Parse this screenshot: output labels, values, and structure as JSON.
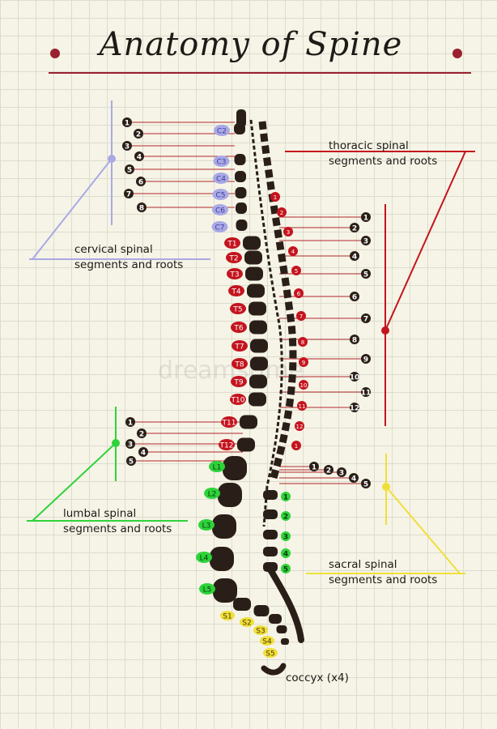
{
  "title": "Anatomy of Spine",
  "watermark": "dreamstime",
  "labels": {
    "cervical": [
      "cervical spinal",
      "segments and roots"
    ],
    "thoracic": [
      "thoracic spinal",
      "segments and roots"
    ],
    "lumbal": [
      "lumbal spinal",
      "segments and roots"
    ],
    "sacral": [
      "sacral spinal",
      "segments and roots"
    ],
    "coccyx": "coccyx (x4)"
  },
  "vertebrae": {
    "cervical": [
      "C2",
      "C3",
      "C4",
      "C5",
      "C6",
      "C7"
    ],
    "thoracic": [
      "T1",
      "T2",
      "T3",
      "T4",
      "T5",
      "T6",
      "T7",
      "T8",
      "T9",
      "T10",
      "T11",
      "T12"
    ],
    "lumbar": [
      "L1",
      "L2",
      "L3",
      "L4",
      "L5"
    ],
    "sacral": [
      "S1",
      "S2",
      "S3",
      "S4",
      "S5"
    ]
  },
  "root_numbers": {
    "cervical": [
      "1",
      "2",
      "3",
      "4",
      "5",
      "6",
      "7",
      "8"
    ],
    "thoracic": [
      "1",
      "2",
      "3",
      "4",
      "5",
      "6",
      "7",
      "8",
      "9",
      "10",
      "11",
      "12"
    ],
    "lumbal_left": [
      "1",
      "2",
      "3",
      "4",
      "5"
    ],
    "lumbal_right": [
      "1",
      "2",
      "3",
      "4",
      "5"
    ],
    "sacral": [
      "1",
      "2",
      "3",
      "4",
      "5"
    ],
    "inner_thoracic": [
      "1",
      "2",
      "3",
      "4",
      "5",
      "6",
      "7",
      "8",
      "9",
      "10",
      "11",
      "12"
    ]
  },
  "colors": {
    "cervical": "#a9a9e6",
    "thoracic": "#c4141e",
    "lumbar": "#2ed33a",
    "sacral": "#f0df3a",
    "bone": "#2a1f18",
    "title_rule": "#9a2030",
    "line": "#b0272d"
  }
}
